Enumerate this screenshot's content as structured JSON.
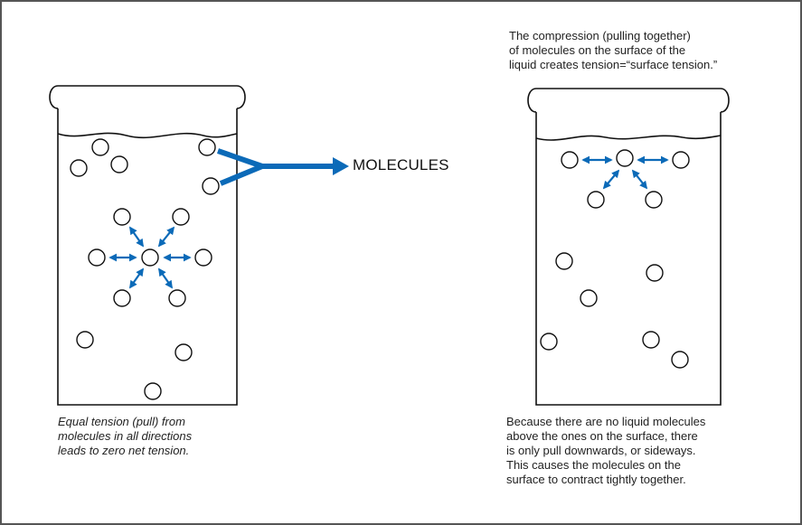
{
  "colors": {
    "arrow": "#0b6ab8",
    "outline": "#111111",
    "border": "#555555"
  },
  "captions": {
    "molecules_label": "MOLECULES",
    "left_caption": "Equal tension (pull) from\nmolecules in all directions\nleads to zero net tension.",
    "right_top_caption": "The compression (pulling together)\nof molecules on the surface of the\nliquid creates tension=“surface tension.”",
    "right_bottom_caption": "Because there are no liquid molecules\nabove the ones on the surface, there\nis only pull downwards, or sideways.\nThis causes the molecules on the\nsurface to contract tightly together."
  }
}
